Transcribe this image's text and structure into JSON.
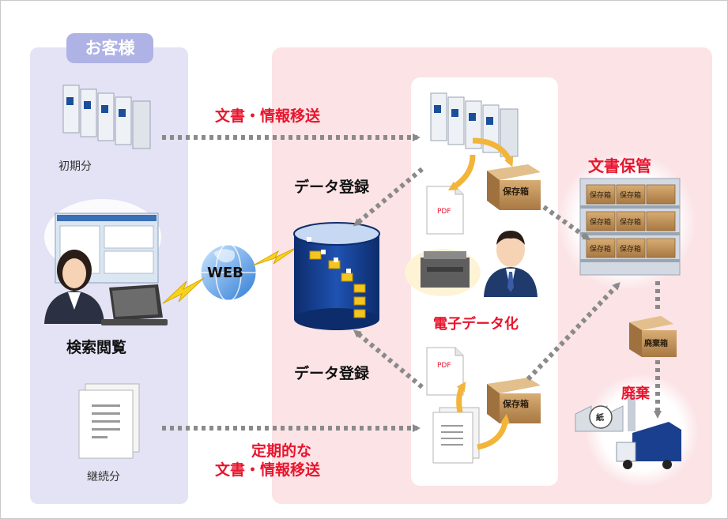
{
  "customer": {
    "title": "お客様",
    "initial_label": "初期分",
    "search_label": "検索閲覧",
    "continuing_label": "継続分"
  },
  "flows": {
    "transfer_top": "文書・情報移送",
    "transfer_bottom_1": "定期的な",
    "transfer_bottom_2": "文書・情報移送",
    "data_register_top": "データ登録",
    "data_register_bottom": "データ登録"
  },
  "service": {
    "digitize_label": "電子データ化",
    "storage_label": "文書保管",
    "disposal_label": "廃棄",
    "web_label": "WEB",
    "pdf_label": "PDF",
    "box_label": "保存箱",
    "disposal_box_label": "廃棄箱",
    "paper_label": "紙"
  },
  "colors": {
    "accent_red": "#e8152d",
    "customer_panel": "#e3e3f5",
    "service_panel": "#fbe3e6",
    "arrow_gray": "#8a8a8a",
    "box_brown": "#b98a52",
    "db_blue": "#123a86"
  }
}
